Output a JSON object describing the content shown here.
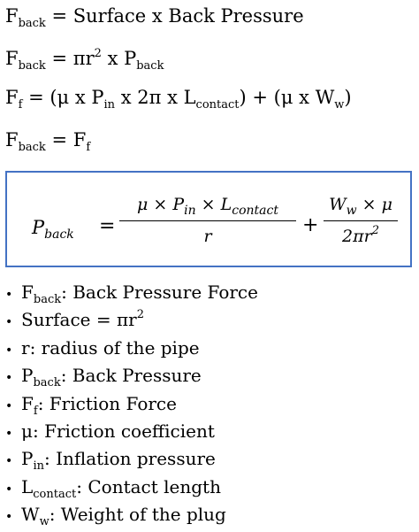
{
  "equations": [
    {
      "lhs_base": "F",
      "lhs_sub": "back",
      "rhs": "= Surface x Back Pressure"
    },
    {
      "lhs_base": "F",
      "lhs_sub": "back",
      "rhs_pre": "= πr",
      "rhs_sup": "2",
      "rhs_mid": " x P",
      "rhs_sub": "back"
    },
    {
      "lhs_base": "F",
      "lhs_sub": "f",
      "p1": "= (μ x P",
      "s1": "in",
      "p2": " x 2π x L",
      "s2": "contact",
      "p3": ") + (μ x W",
      "s3": "w",
      "p4": ")"
    },
    {
      "lhs_base": "F",
      "lhs_sub": "back",
      "rhs_pre": "= F",
      "rhs_sub": "f"
    }
  ],
  "boxed_formula": {
    "lhs_base": "P",
    "lhs_sub": "back",
    "equals": "=",
    "frac1_num_a": "μ  × P",
    "frac1_num_sub1": "in",
    "frac1_num_b": " × L",
    "frac1_num_sub2": "contact",
    "frac1_den": "r",
    "plus": "+",
    "frac2_num_a": "W",
    "frac2_num_sub": "w",
    "frac2_num_b": " × μ",
    "frac2_den_a": "2πr",
    "frac2_den_sup": "2",
    "border_color": "#4472c4"
  },
  "glossary": [
    {
      "sym": "F",
      "sub": "back",
      "text": ": Back Pressure Force"
    },
    {
      "sym": "Surface = πr",
      "sup": "2",
      "text": ""
    },
    {
      "sym": "r",
      "text": ": radius of the pipe"
    },
    {
      "sym": "P",
      "sub": "back",
      "text": ": Back Pressure"
    },
    {
      "sym": "F",
      "sub": "f",
      "text": ": Friction Force"
    },
    {
      "sym": "μ",
      "text": ": Friction coefficient"
    },
    {
      "sym": "P",
      "sub": "in",
      "text": ": Inflation pressure"
    },
    {
      "sym": "L",
      "sub": "contact",
      "text": ": Contact length"
    },
    {
      "sym": "W",
      "sub": "w",
      "text": ": Weight of the plug"
    }
  ],
  "bullet_char": "•"
}
